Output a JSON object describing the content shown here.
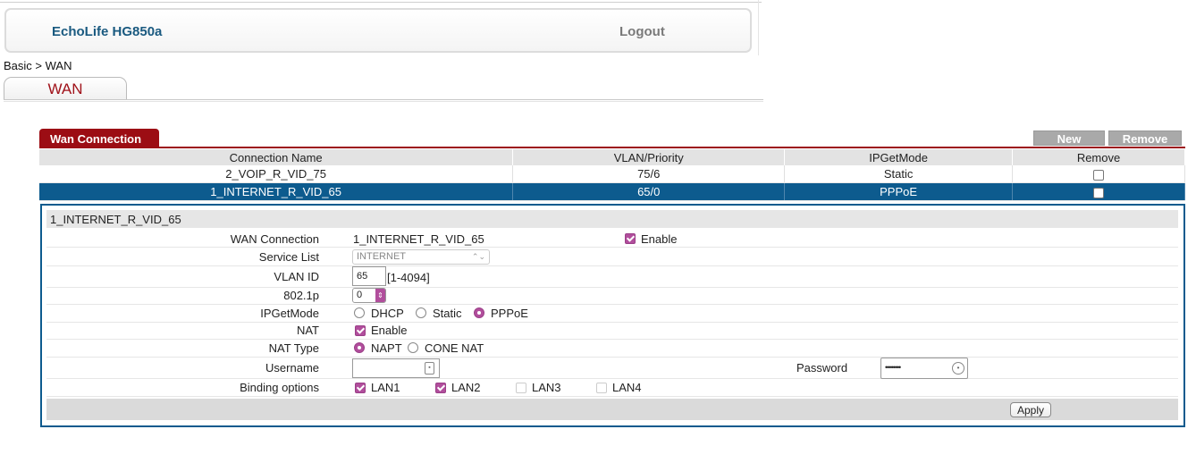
{
  "header": {
    "brand": "EchoLife HG850a",
    "logout": "Logout"
  },
  "breadcrumb": "Basic > WAN",
  "tab": "WAN",
  "wan": {
    "title": "Wan Connection",
    "new_label": "New",
    "remove_label": "Remove",
    "columns": [
      "Connection Name",
      "VLAN/Priority",
      "IPGetMode",
      "Remove"
    ],
    "rows": [
      {
        "name": "2_VOIP_R_VID_75",
        "vlan": "75/6",
        "mode": "Static"
      },
      {
        "name": "1_INTERNET_R_VID_65",
        "vlan": "65/0",
        "mode": "PPPoE"
      }
    ]
  },
  "detail": {
    "title": "1_INTERNET_R_VID_65",
    "wan_connection_label": "WAN Connection",
    "wan_connection_value": "1_INTERNET_R_VID_65",
    "enable_label": "Enable",
    "service_list_label": "Service List",
    "service_list_value": "INTERNET",
    "vlan_id_label": "VLAN ID",
    "vlan_id_value": "65",
    "vlan_range": "[1-4094]",
    "dot1p_label": "802.1p",
    "dot1p_value": "0",
    "ipgetmode_label": "IPGetMode",
    "ipgetmode_options": [
      "DHCP",
      "Static",
      "PPPoE"
    ],
    "nat_label": "NAT",
    "nat_enable_label": "Enable",
    "nat_type_label": "NAT Type",
    "nat_type_options": [
      "NAPT",
      "CONE NAT"
    ],
    "username_label": "Username",
    "username_value": "",
    "password_label": "Password",
    "password_value": "••••••••",
    "binding_label": "Binding options",
    "binding_options": [
      "LAN1",
      "LAN2",
      "LAN3",
      "LAN4"
    ],
    "apply_label": "Apply"
  },
  "colors": {
    "accent_red": "#9c0d14",
    "selected_blue": "#0d5b8e",
    "check_purple": "#b14e9c"
  }
}
